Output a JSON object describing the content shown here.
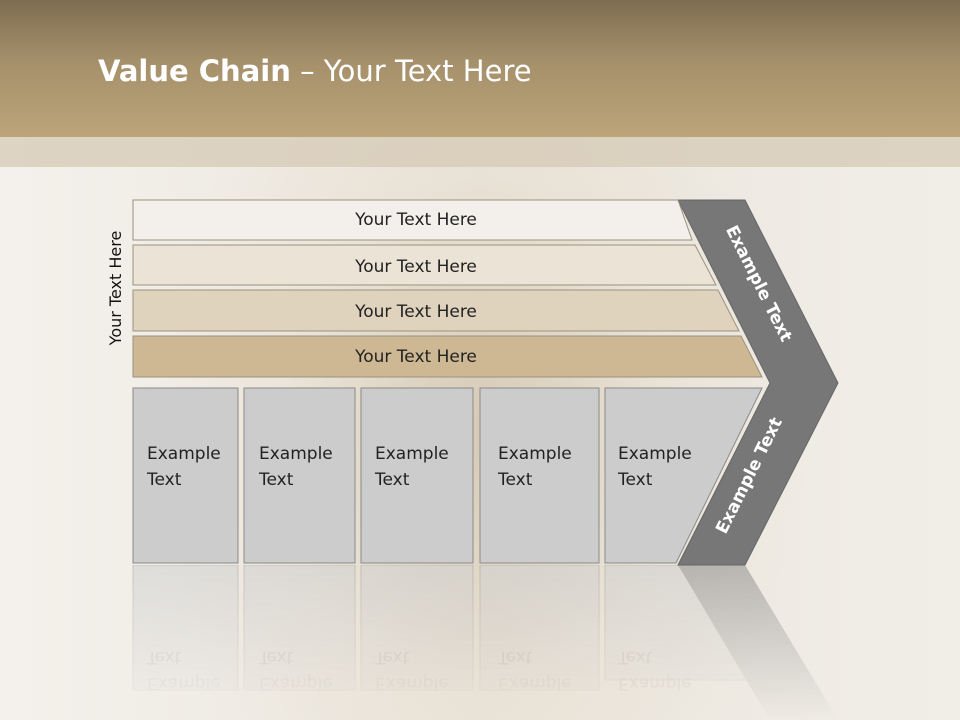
{
  "header": {
    "title_bold": "Value Chain",
    "title_rest": " – Your Text Here"
  },
  "side_label": "Your Text Here",
  "support_rows": [
    {
      "label": "Your Text Here",
      "color": "#f3f0ec"
    },
    {
      "label": "Your Text Here",
      "color": "#ebe3d5"
    },
    {
      "label": "Your Text Here",
      "color": "#e0d3bd"
    },
    {
      "label": "Your Text Here",
      "color": "#cdb893"
    }
  ],
  "primary_boxes": [
    {
      "line1": "Example",
      "line2": "Text"
    },
    {
      "line1": "Example",
      "line2": "Text"
    },
    {
      "line1": "Example",
      "line2": "Text"
    },
    {
      "line1": "Example",
      "line2": "Text"
    },
    {
      "line1": "Example",
      "line2": "Text"
    }
  ],
  "arrow": {
    "upper_label": "Example Text",
    "lower_label": "Example Text",
    "color": "#777777"
  },
  "colors": {
    "header": "#a5906b",
    "primary_box": "#cccccc",
    "box_border": "#8a8a8a"
  }
}
